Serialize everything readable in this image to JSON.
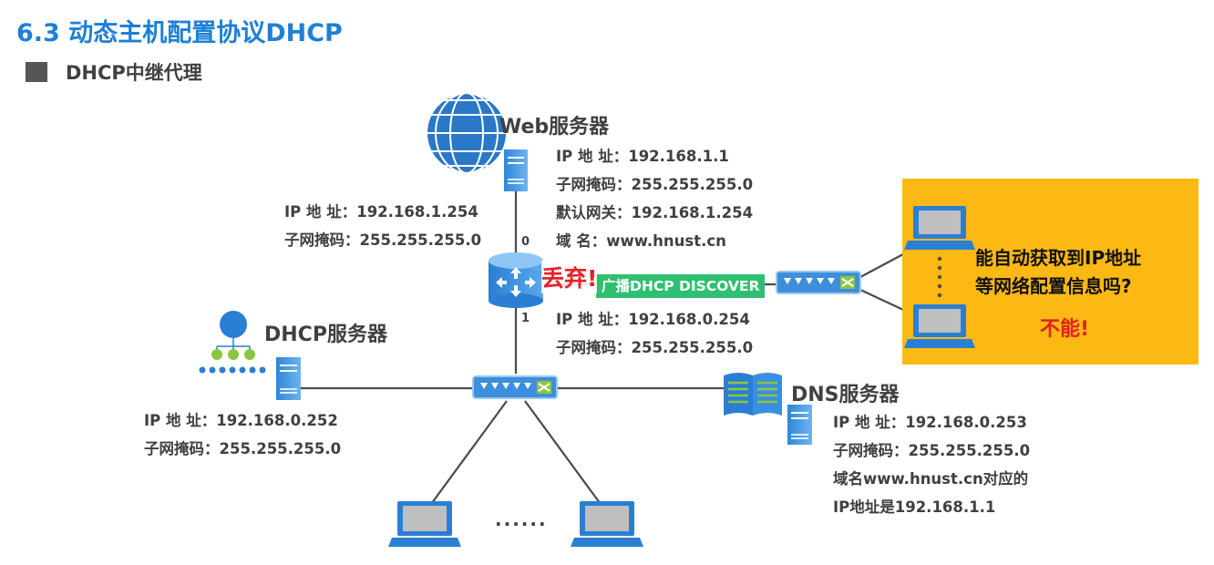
{
  "slide": {
    "title": "6.3 动态主机配置协议DHCP",
    "subtitle": "DHCP中继代理"
  },
  "web_server": {
    "name": "Web服务器",
    "info": [
      "IP 地  址：192.168.1.1",
      "子网掩码：255.255.255.0",
      "默认网关：192.168.1.254",
      "域      名：www.hnust.cn"
    ]
  },
  "router": {
    "port0_label": "0",
    "port1_label": "1",
    "port0_info": [
      "IP 地  址：192.168.1.254",
      "子网掩码：255.255.255.0"
    ],
    "port1_info": [
      "IP 地  址：192.168.0.254",
      "子网掩码：255.255.255.0"
    ],
    "discard_label": "丢弃!",
    "broadcast_label": "广播DHCP DISCOVER"
  },
  "dhcp_server": {
    "name": "DHCP服务器",
    "info": [
      "IP 地  址：192.168.0.252",
      "子网掩码：255.255.255.0"
    ]
  },
  "dns_server": {
    "name": "DNS服务器",
    "info": [
      "IP 地  址：192.168.0.253",
      "子网掩码：255.255.255.0",
      "域名www.hnust.cn对应的",
      "IP地址是192.168.1.1"
    ]
  },
  "callout": {
    "question_line1": "能自动获取到IP地址",
    "question_line2": "等网络配置信息吗?",
    "answer": "不能!"
  },
  "lan_hosts": {
    "ellipsis": "......"
  },
  "colors": {
    "title": "#1f7fd6",
    "device_blue": "#1e88e5",
    "callout_bg": "#fdb913",
    "discard": "#e8202a",
    "broadcast_bg": "#2fbf71"
  }
}
